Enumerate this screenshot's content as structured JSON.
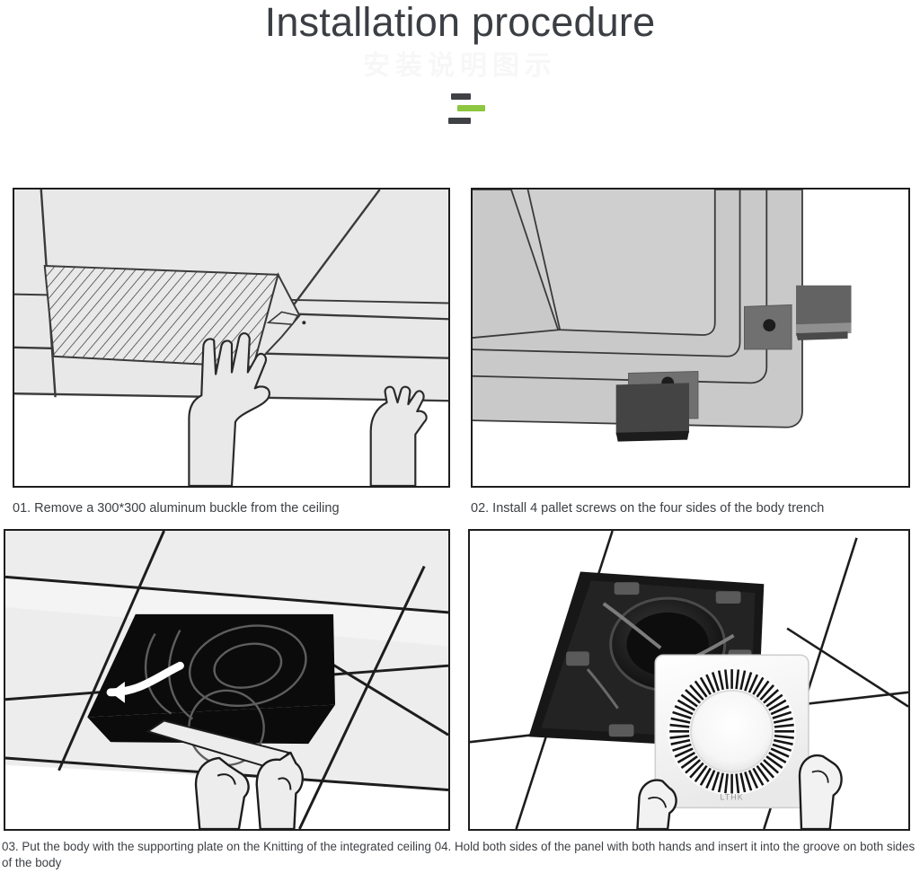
{
  "header": {
    "title": "Installation procedure",
    "subtitle_ghost": "安装说明图示",
    "divider_icon": "three-bars-divider-icon",
    "accent_green": "#8dc63f",
    "accent_dark": "#3f4145",
    "title_color": "#3b3e43"
  },
  "steps": [
    {
      "number": "01",
      "caption": "01. Remove a 300*300 aluminum buckle from the ceiling",
      "figure_name": "ceiling-tile-removal-illustration",
      "figure_alt": "Two hands pushing up a hatched 300x300 aluminum ceiling buckle out of the suspended ceiling grid"
    },
    {
      "number": "02",
      "caption": "02. Install 4 pallet screws on the four sides of the body trench",
      "figure_name": "pallet-screws-illustration",
      "figure_alt": "Corner of the grey fan body trench with two dark grey pallet screw brackets fitted on its sides"
    },
    {
      "number": "03",
      "caption": "03. Put the body with the supporting plate on the Knitting of the integrated ceiling",
      "figure_name": "body-into-ceiling-opening-illustration",
      "figure_alt": "Hands lifting the fan body with supporting plate into the black square opening of the integrated ceiling grid"
    },
    {
      "number": "04",
      "caption": "04. Hold both sides of the panel with both hands and insert it into the groove on both sides of the body",
      "figure_name": "panel-insertion-photo",
      "figure_alt": "Photo of a white louvered fan panel held by both hands being inserted into the installed black fan body in the ceiling"
    }
  ],
  "captions": {
    "row1_left": "01. Remove a 300*300 aluminum buckle from the ceiling",
    "row1_right": "02. Install 4 pallet screws on the four sides of the body trench",
    "row2_merged": "03. Put the body with the supporting plate on the Knitting of the integrated ceiling 04. Hold both sides of the panel with both hands and insert it into the groove on both sides of the body"
  },
  "panel_logo": {
    "brand_mark": "LTHK"
  },
  "palette": {
    "border": "#1d1d1d",
    "tile_fill": "#e8e8e8",
    "body_grey": "#c9c9c9",
    "screw_dark": "#4a4a4a",
    "opening_black": "#0b0b0b",
    "hand_fill": "#e9e9e9"
  }
}
